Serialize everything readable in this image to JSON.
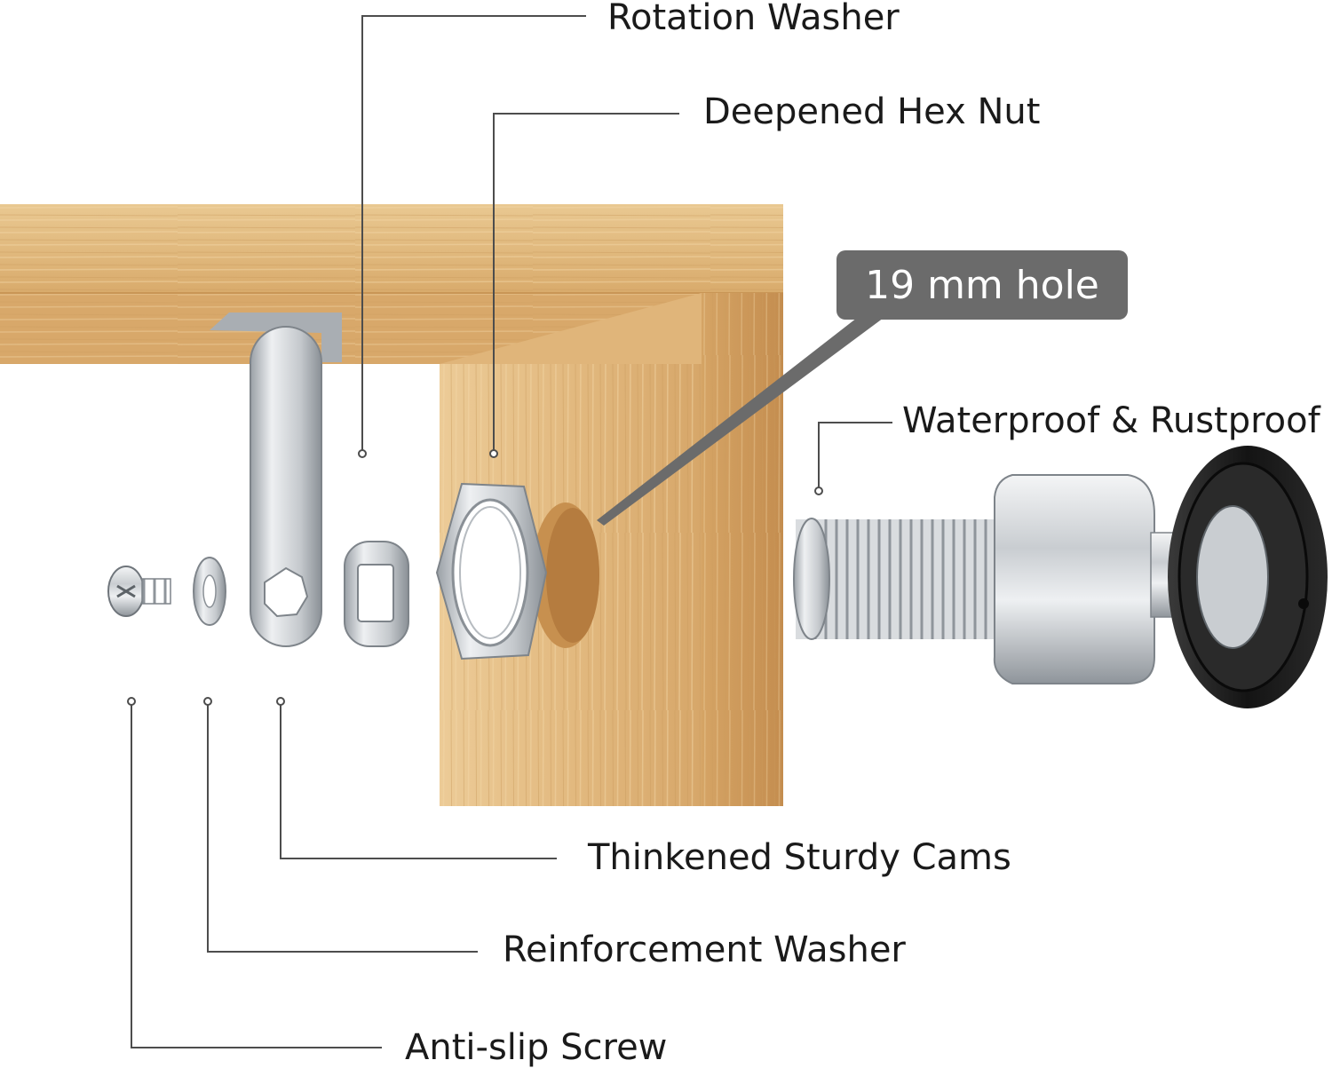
{
  "labels": {
    "rotation_washer": "Rotation Washer",
    "deepened_hex_nut": "Deepened Hex Nut",
    "waterproof_rustproof": "Waterproof & Rustproof",
    "thickened_cams": "Thinkened Sturdy Cams",
    "reinforcement_washer": "Reinforcement Washer",
    "anti_slip_screw": "Anti-slip Screw"
  },
  "callout": {
    "hole_size": "19 mm hole"
  },
  "colors": {
    "wood_light": "#e6c08a",
    "wood_mid": "#d4a466",
    "wood_dark": "#c08a4c",
    "metal": "#c8ccd0",
    "metal_dark": "#8e949a",
    "knob": "#1c1c1c",
    "leader": "#4d4d4d",
    "callout_bg": "#6b6b6b"
  }
}
